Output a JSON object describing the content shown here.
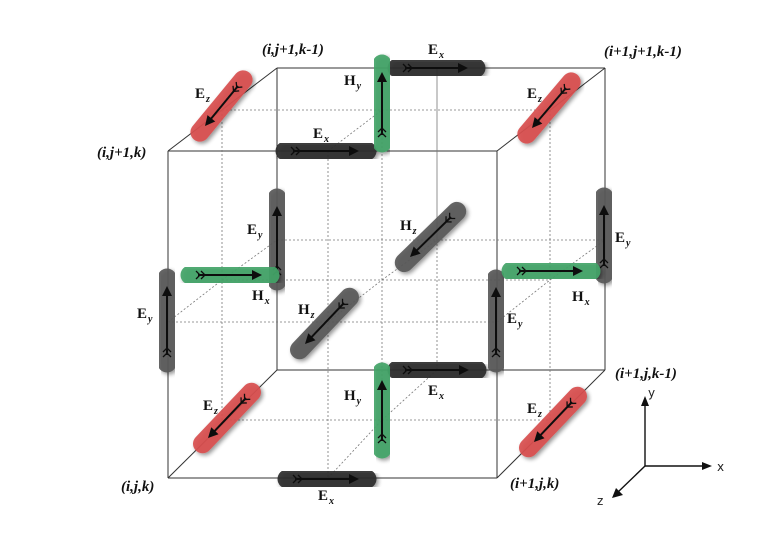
{
  "corners": {
    "c_000": "(i,j,k)",
    "c_100": "(i+1,j,k)",
    "c_010": "(i,j+1,k)",
    "c_10m": "(i+1,j,k-1)",
    "c_01m": "(i,j+1,k-1)",
    "c_11m": "(i+1,j+1,k-1)"
  },
  "components": {
    "E": "E",
    "H": "H",
    "x": "x",
    "y": "y",
    "z": "z"
  },
  "axes": {
    "x": "x",
    "y": "y",
    "z": "z"
  },
  "colors": {
    "ex": "#2b2b2b",
    "ey": "#5a5a5a",
    "ez": "#d84f4f",
    "h": "#43a368",
    "cube": "#333333"
  }
}
